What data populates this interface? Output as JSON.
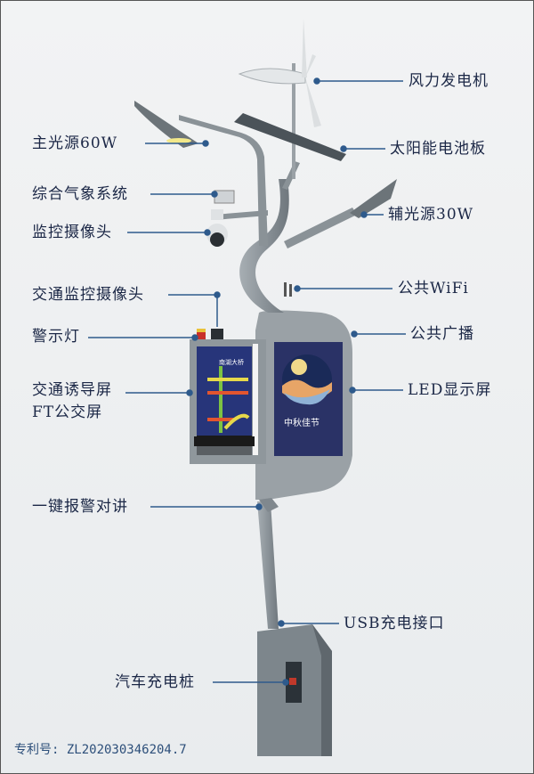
{
  "labels": {
    "wind_turbine": "风力发电机",
    "main_light": "主光源60W",
    "solar_panel": "太阳能电池板",
    "weather_system": "综合气象系统",
    "aux_light": "辅光源30W",
    "surveillance_camera": "监控摄像头",
    "traffic_camera": "交通监控摄像头",
    "public_wifi": "公共WiFi",
    "warning_light": "警示灯",
    "public_broadcast": "公共广播",
    "traffic_guidance_screen": "交通诱导屏",
    "bus_screen": "FT公交屏",
    "led_screen": "LED显示屏",
    "sos_intercom": "一键报警对讲",
    "usb_port": "USB充电接口",
    "ev_charger": "汽车充电桩"
  },
  "screen": {
    "title": "南湖大桥",
    "poster_title": "中秋佳节"
  },
  "patent": "专利号: ZL202030346204.7",
  "colors": {
    "text": "#1b2746",
    "leader": "#2e5a8c",
    "pole": "#8d959b"
  }
}
